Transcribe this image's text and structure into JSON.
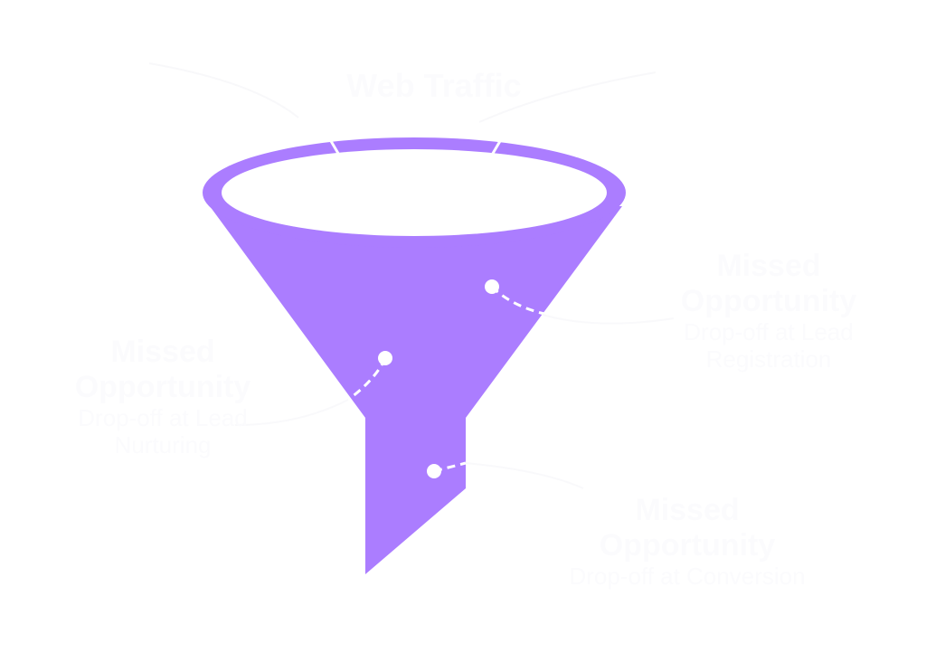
{
  "diagram": {
    "title": "Web Traffic",
    "stages": [
      {
        "title": "Missed Opportunity",
        "subtitle": "Drop-off at Lead Registration"
      },
      {
        "title": "Missed Opportunity",
        "subtitle": "Drop-off at Lead Nurturing"
      },
      {
        "title": "Missed Opportunity",
        "subtitle": "Drop-off at Conversion"
      }
    ],
    "colors": {
      "funnel": "#ab7dff",
      "text": "#fbfbfd",
      "background": "#ffffff"
    }
  }
}
